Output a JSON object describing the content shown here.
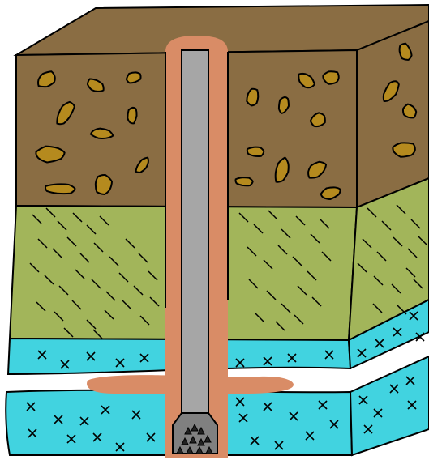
{
  "diagram": {
    "layers": [
      {
        "id": "topsoil",
        "kind": "rock-fragments"
      },
      {
        "id": "shale",
        "kind": "hatched"
      },
      {
        "id": "aquifer-upper",
        "kind": "crossed"
      },
      {
        "id": "aquifer-lower",
        "kind": "crossed"
      }
    ],
    "colors": {
      "topsoil_front": "#8a6d43",
      "topsoil_top": "#8a6d43",
      "rock_fragment": "#b58a1e",
      "shale": "#a2b55a",
      "water_layer": "#41d3e0",
      "mud_cement": "#d98c66",
      "drill_pipe": "#a6a6a6",
      "drill_bit": "#808080",
      "outline": "#000000"
    },
    "icons": {
      "rock": "rock-fragment-icon",
      "hatch": "hatch-mark-icon",
      "cross": "cross-mark-icon",
      "bit": "drill-bit-icon"
    }
  }
}
